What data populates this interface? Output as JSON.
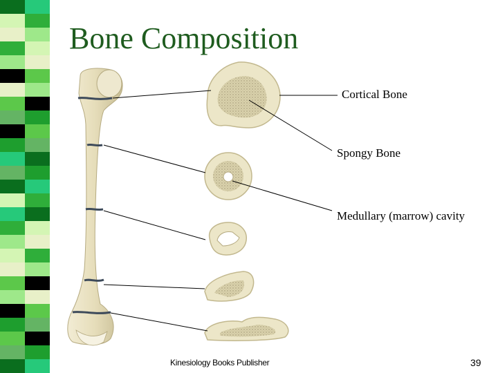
{
  "slide": {
    "title": "Bone Composition",
    "labels": {
      "cortical": "Cortical Bone",
      "spongy": "Spongy Bone",
      "medullary": "Medullary (marrow) cavity"
    },
    "footer": {
      "publisher": "Kinesiology Books Publisher",
      "page_number": "39"
    }
  },
  "colors": {
    "title": "#1f5c1f",
    "bone": "#ece6c8",
    "bone_shadow": "#c9c09a",
    "spongy_fill": "#d8cfa8",
    "cut_line": "#3d4a5a",
    "stripe_greens": [
      "#0a6e1e",
      "#1e9e2e",
      "#5cc84a",
      "#9ee88a",
      "#d4f5b4",
      "#26c97a",
      "#64b464",
      "#000000",
      "#e8f0c8",
      "#2fae3a"
    ]
  }
}
